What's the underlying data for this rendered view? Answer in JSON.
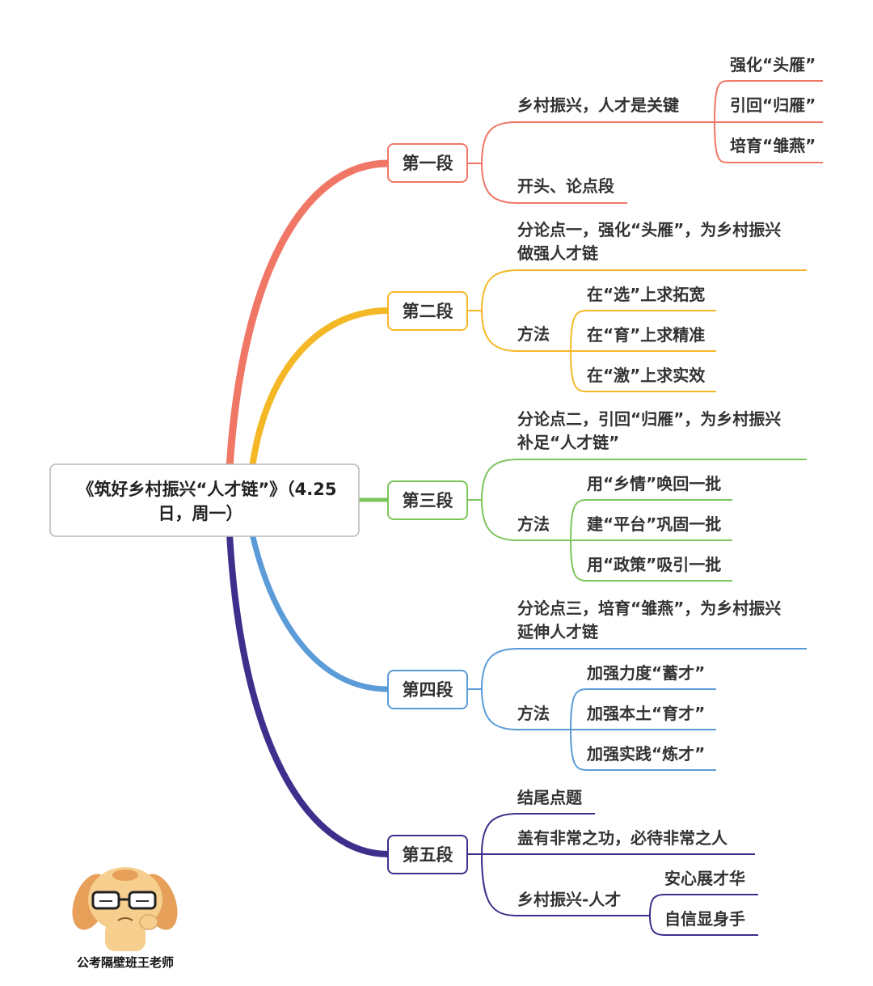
{
  "root": {
    "title_line1": "《筑好乡村振兴“人才链”》（4.25",
    "title_line2": "日，周一）"
  },
  "sections": [
    {
      "label": "第一段",
      "color": "#f07766",
      "items": {
        "keypoint": "乡村振兴，人才是关键",
        "sub1": "强化“头雁”",
        "sub2": "引回“归雁”",
        "sub3": "培育“雏燕”",
        "role": "开头、论点段"
      }
    },
    {
      "label": "第二段",
      "color": "#f4b826",
      "items": {
        "point_line1": "分论点一，强化“头雁”，为乡村振兴",
        "point_line2": "做强人才链",
        "method": "方法",
        "m1": "在“选”上求拓宽",
        "m2": "在“育”上求精准",
        "m3": "在“激”上求实效"
      }
    },
    {
      "label": "第三段",
      "color": "#7cc65b",
      "items": {
        "point_line1": "分论点二，引回“归雁”，为乡村振兴",
        "point_line2": "补足“人才链”",
        "method": "方法",
        "m1": "用“乡情”唤回一批",
        "m2": "建“平台”巩固一批",
        "m3": "用“政策”吸引一批"
      }
    },
    {
      "label": "第四段",
      "color": "#5a9bd8",
      "items": {
        "point_line1": "分论点三，培育“雏燕”，为乡村振兴",
        "point_line2": "延伸人才链",
        "method": "方法",
        "m1": "加强力度“蓄才”",
        "m2": "加强本土“育才”",
        "m3": "加强实践“炼才”"
      }
    },
    {
      "label": "第五段",
      "color": "#3f2f8c",
      "items": {
        "end1": "结尾点题",
        "end2": "盖有非常之功，必待非常之人",
        "end3": "乡村振兴-人才",
        "s1": "安心展才华",
        "s2": "自信显身手"
      }
    }
  ],
  "watermark": {
    "caption": "公考隔壁班王老师",
    "icon": "dog-with-glasses-icon"
  }
}
